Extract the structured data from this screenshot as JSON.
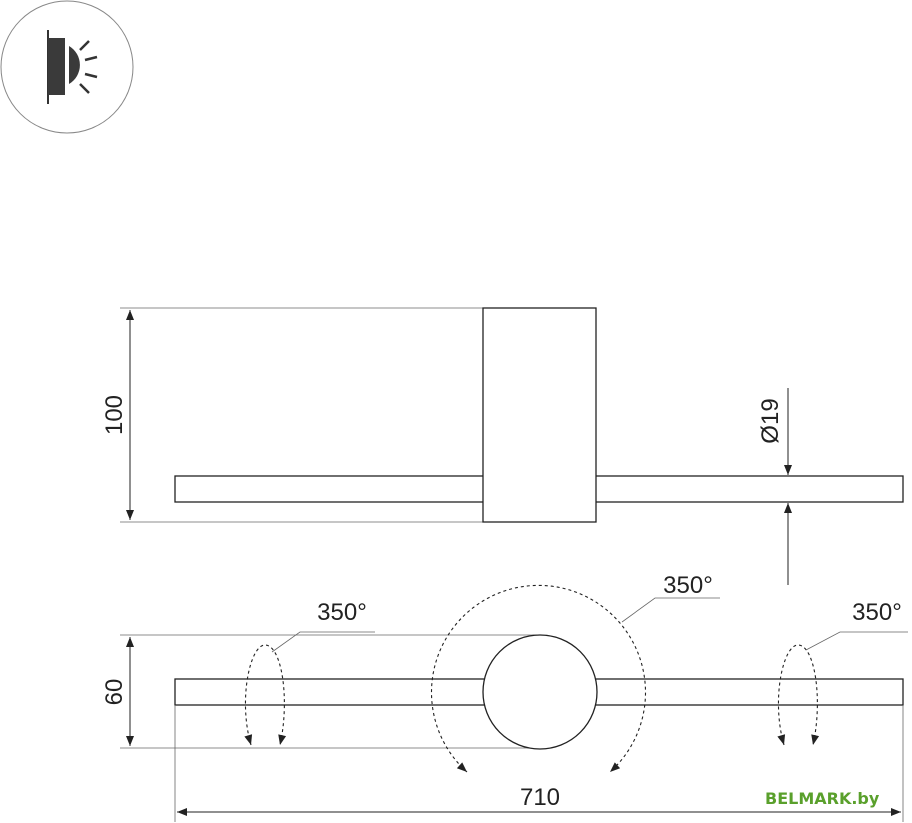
{
  "icon": {
    "name": "wall-lamp-light-icon"
  },
  "dimensions": {
    "height_top_view": "100",
    "diameter": "Ø19",
    "height_bottom_view": "60",
    "width": "710",
    "rotation_left": "350°",
    "rotation_center": "350°",
    "rotation_right": "350°"
  },
  "watermark": "BELMARK.by",
  "colors": {
    "line": "#222222",
    "watermark": "#5aa02c"
  }
}
